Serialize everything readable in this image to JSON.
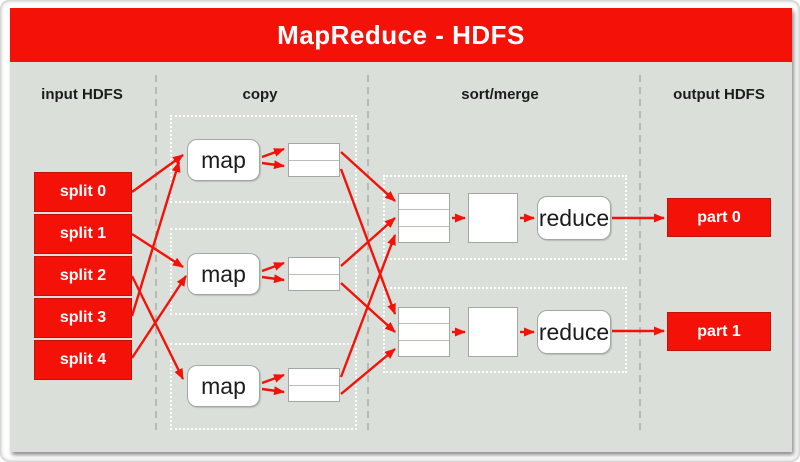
{
  "title": "MapReduce - HDFS",
  "columns": {
    "input": "input HDFS",
    "copy": "copy",
    "sort": "sort/merge",
    "output": "output HDFS"
  },
  "splits": [
    {
      "label": "split 0"
    },
    {
      "label": "split 1"
    },
    {
      "label": "split 2"
    },
    {
      "label": "split 3"
    },
    {
      "label": "split 4"
    }
  ],
  "maps": [
    {
      "label": "map"
    },
    {
      "label": "map"
    },
    {
      "label": "map"
    }
  ],
  "reduces": [
    {
      "label": "reduce"
    },
    {
      "label": "reduce"
    }
  ],
  "parts": [
    {
      "label": "part 0"
    },
    {
      "label": "part 1"
    }
  ],
  "colors": {
    "accent_red": "#f31108",
    "panel_bg": "#dadfda",
    "box_border": "#9fa9a0",
    "text_dark": "#1c1c1c"
  }
}
